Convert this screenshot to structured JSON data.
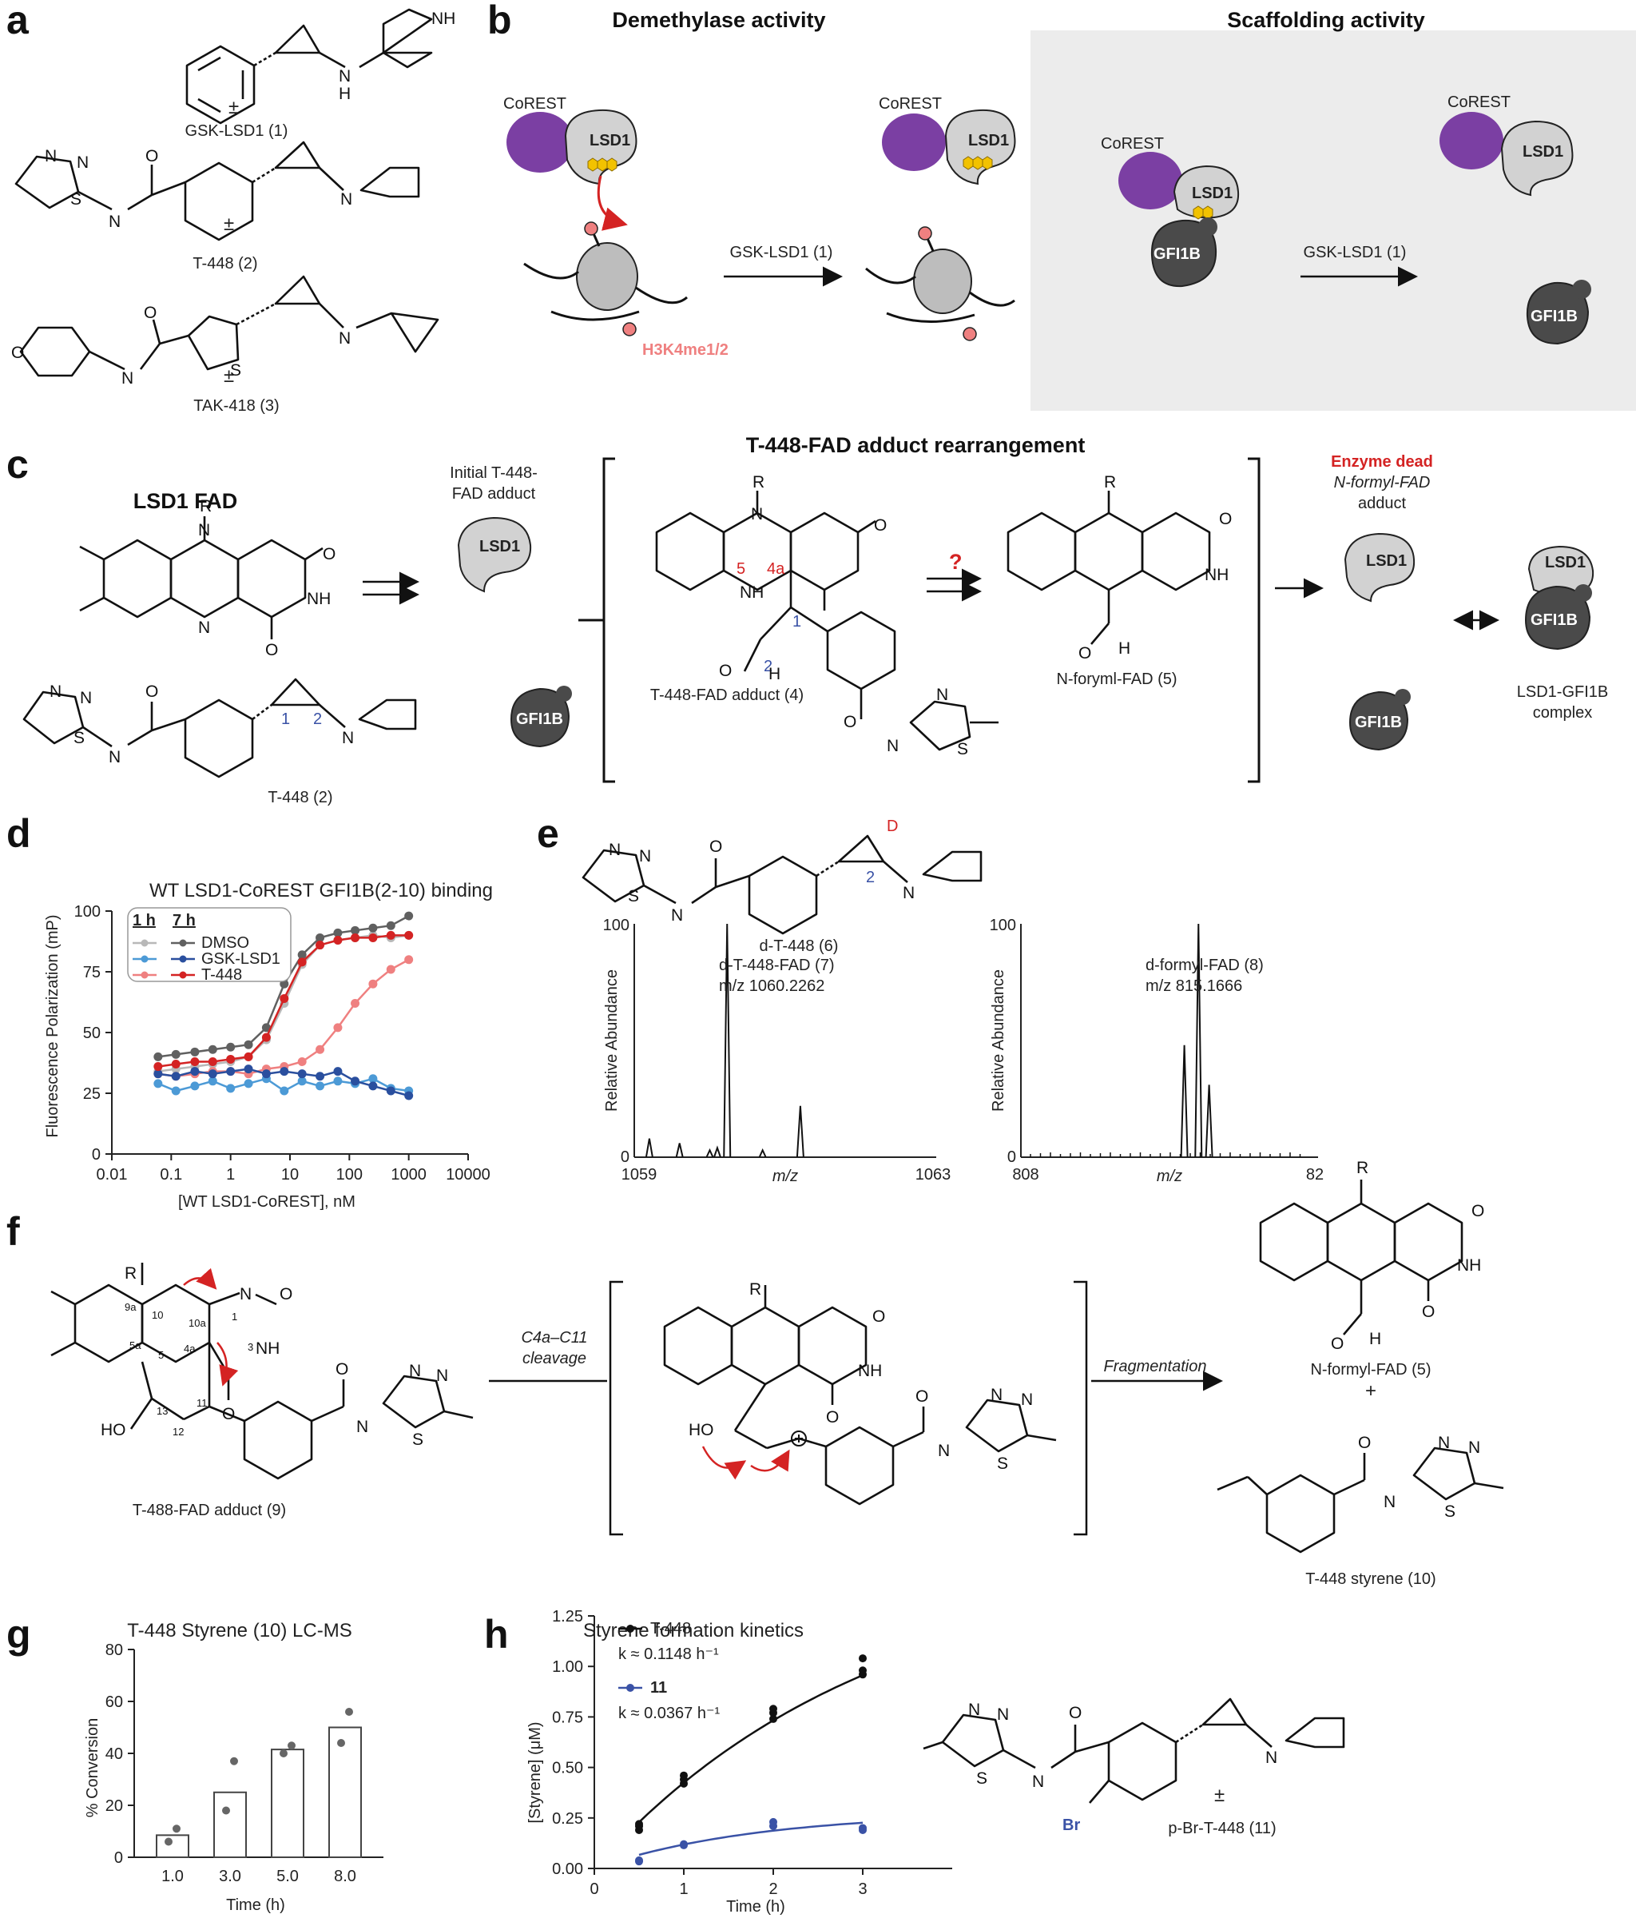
{
  "panels": {
    "a": "a",
    "b": "b",
    "c": "c",
    "d": "d",
    "e": "e",
    "f": "f",
    "g": "g",
    "h": "h"
  },
  "a": {
    "c1": "GSK-LSD1 (1)",
    "c2": "T-448 (2)",
    "c3": "TAK-418 (3)",
    "pm": "±",
    "atoms": {
      "nh": "NH",
      "h": "H",
      "n": "N",
      "s": "S",
      "o": "O"
    }
  },
  "b": {
    "demethylase": "Demethylase activity",
    "scaffolding": "Scaffolding activity",
    "corest": "CoREST",
    "lsd1": "LSD1",
    "gfi1b": "GFI1B",
    "arrow_label": "GSK-LSD1 (1)",
    "mark": "H3K4me1/2"
  },
  "c": {
    "lsd1_fad": "LSD1 FAD",
    "initial_adduct_1": "Initial T-448-",
    "initial_adduct_2": "FAD adduct",
    "rearrangement": "T-448-FAD adduct rearrangement",
    "adduct4": "T-448-FAD adduct (4)",
    "formyl5": "N-foryml-FAD (5)",
    "enzyme_dead": "Enzyme dead",
    "nformyl_1": "N-formyl-FAD",
    "nformyl_2": "adduct",
    "t448": "T-448 (2)",
    "complex_1": "LSD1-GFI1B",
    "complex_2": "complex",
    "q": "?",
    "n5": "5",
    "n4a": "4a",
    "n1": "1",
    "n2": "2",
    "r": "R"
  },
  "d": {
    "title": "WT LSD1-CoREST GFI1B(2-10) binding",
    "ylabel": "Fluorescence Polarization (mP)",
    "xlabel": "[WT LSD1-CoREST], nM",
    "legend_h1": "1 h",
    "legend_h7": "7 h"
  },
  "chart_data": [
    {
      "id": "d",
      "type": "scatter",
      "title": "WT LSD1-CoREST GFI1B(2-10) binding",
      "xlabel": "[WT LSD1-CoREST], nM",
      "ylabel": "Fluorescence Polarization (mP)",
      "xscale": "log",
      "xlim": [
        0.01,
        10000
      ],
      "ylim": [
        0,
        100
      ],
      "xticks": [
        "0.01",
        "0.1",
        "1",
        "10",
        "100",
        "1000",
        "10000"
      ],
      "yticks": [
        0,
        25,
        50,
        75,
        100
      ],
      "legend": "top-left",
      "series": [
        {
          "name": "DMSO",
          "time": "1 h",
          "color": "#b8b8b8",
          "x": [
            0.06,
            0.12,
            0.25,
            0.5,
            1,
            2,
            4,
            8,
            16,
            32,
            64,
            125,
            250,
            500,
            1000
          ],
          "y": [
            34,
            35,
            36,
            37,
            38,
            40,
            47,
            62,
            78,
            86,
            88,
            89,
            90,
            89,
            90
          ]
        },
        {
          "name": "GSK-LSD1",
          "time": "1 h",
          "color": "#4c9ad6",
          "x": [
            0.06,
            0.12,
            0.25,
            0.5,
            1,
            2,
            4,
            8,
            16,
            32,
            64,
            125,
            250,
            500,
            1000
          ],
          "y": [
            29,
            26,
            28,
            30,
            27,
            29,
            31,
            26,
            30,
            28,
            30,
            29,
            31,
            27,
            26
          ]
        },
        {
          "name": "T-448",
          "time": "1 h",
          "color": "#ef8080",
          "x": [
            0.06,
            0.12,
            0.25,
            0.5,
            1,
            2,
            4,
            8,
            16,
            32,
            64,
            125,
            250,
            500,
            1000
          ],
          "y": [
            33,
            32,
            33,
            34,
            34,
            33,
            35,
            36,
            38,
            43,
            52,
            62,
            70,
            76,
            80
          ]
        },
        {
          "name": "DMSO",
          "time": "7 h",
          "color": "#606060",
          "x": [
            0.06,
            0.12,
            0.25,
            0.5,
            1,
            2,
            4,
            8,
            16,
            32,
            64,
            125,
            250,
            500,
            1000
          ],
          "y": [
            40,
            41,
            42,
            43,
            44,
            45,
            52,
            70,
            82,
            89,
            91,
            92,
            93,
            94,
            98
          ]
        },
        {
          "name": "GSK-LSD1",
          "time": "7 h",
          "color": "#2a4f9e",
          "x": [
            0.06,
            0.12,
            0.25,
            0.5,
            1,
            2,
            4,
            8,
            16,
            32,
            64,
            125,
            250,
            500,
            1000
          ],
          "y": [
            33,
            32,
            34,
            33,
            34,
            35,
            33,
            34,
            33,
            32,
            34,
            30,
            28,
            26,
            24
          ]
        },
        {
          "name": "T-448",
          "time": "7 h",
          "color": "#d42323",
          "x": [
            0.06,
            0.12,
            0.25,
            0.5,
            1,
            2,
            4,
            8,
            16,
            32,
            64,
            125,
            250,
            500,
            1000
          ],
          "y": [
            36,
            37,
            38,
            38,
            39,
            40,
            48,
            64,
            79,
            86,
            88,
            89,
            89,
            90,
            90
          ]
        }
      ]
    },
    {
      "id": "e1",
      "type": "line",
      "ylabel": "Relative Abundance",
      "xlabel": "m/z",
      "xlim": [
        1059,
        1063
      ],
      "ylim": [
        0,
        100
      ],
      "xticks": [
        "1059",
        "1063"
      ],
      "yticks": [
        "0",
        "100"
      ],
      "annotation": {
        "name": "d-T-448-FAD (7)",
        "mz": "m/z 1060.2262"
      },
      "peaks": [
        [
          1059.2,
          8
        ],
        [
          1059.6,
          6
        ],
        [
          1060.0,
          3
        ],
        [
          1060.1,
          4
        ],
        [
          1060.23,
          100
        ],
        [
          1060.7,
          3
        ],
        [
          1061.2,
          22
        ]
      ]
    },
    {
      "id": "e2",
      "type": "line",
      "ylabel": "Relative Abundance",
      "xlabel": "m/z",
      "xlim": [
        808,
        820
      ],
      "ylim": [
        0,
        100
      ],
      "xticks": [
        "808",
        "82"
      ],
      "yticks": [
        "0",
        "100"
      ],
      "annotation": {
        "name": "d-formyl-FAD (8)",
        "mz": "m/z 815.1666"
      },
      "peaks": [
        [
          814.6,
          48
        ],
        [
          815.17,
          100
        ],
        [
          815.6,
          31
        ]
      ]
    },
    {
      "id": "g",
      "type": "bar",
      "title": "T-448 Styrene (10) LC-MS",
      "xlabel": "Time (h)",
      "ylabel": "% Conversion",
      "categories": [
        "1.0",
        "3.0",
        "5.0",
        "8.0"
      ],
      "values": [
        8.5,
        25,
        41.5,
        50
      ],
      "points": [
        [
          6,
          11
        ],
        [
          18,
          37
        ],
        [
          40,
          43
        ],
        [
          44,
          56
        ]
      ],
      "ylim": [
        0,
        80
      ],
      "yticks": [
        0,
        20,
        40,
        60,
        80
      ]
    },
    {
      "id": "h",
      "type": "scatter",
      "title": "Styrene formation kinetics",
      "xlabel": "Time (h)",
      "ylabel": "[Styrene] (μM)",
      "xlim": [
        0,
        4
      ],
      "ylim": [
        0,
        1.25
      ],
      "xticks": [
        0,
        1,
        2,
        3
      ],
      "yticks": [
        "0.00",
        "0.25",
        "0.50",
        "0.75",
        "1.00",
        "1.25"
      ],
      "series": [
        {
          "name": "T-448",
          "k": "k ≈ 0.1148 h⁻¹",
          "color": "#111111",
          "x": [
            0.5,
            0.5,
            0.5,
            1,
            1,
            1,
            2,
            2,
            2,
            3,
            3,
            3
          ],
          "y": [
            0.19,
            0.21,
            0.22,
            0.42,
            0.44,
            0.46,
            0.74,
            0.77,
            0.79,
            0.96,
            0.98,
            1.04
          ]
        },
        {
          "name": "11",
          "k": "k ≈ 0.0367 h⁻¹",
          "color": "#3a52a6",
          "x": [
            0.5,
            0.5,
            1,
            1,
            2,
            2,
            3,
            3
          ],
          "y": [
            0.035,
            0.04,
            0.115,
            0.12,
            0.21,
            0.23,
            0.19,
            0.2
          ]
        }
      ]
    }
  ],
  "e": {
    "d6": "d-T-448 (6)",
    "d": "D",
    "two": "2"
  },
  "f": {
    "adduct9": "T-488-FAD adduct (9)",
    "cleavage_1": "C4a–C11",
    "cleavage_2": "cleavage",
    "fragmentation": "Fragmentation",
    "nformyl": "N-formyl-FAD (5)",
    "plus": "+",
    "styrene": "T-448 styrene (10)",
    "nums": {
      "n10": "10",
      "n10a": "10a",
      "n1": "1",
      "n3": "3",
      "n4a": "4a",
      "n5": "5",
      "n5a": "5a",
      "n9a": "9a",
      "n11": "11",
      "n12": "12",
      "n13": "13"
    },
    "ho": "HO"
  },
  "h_extra": {
    "compound11": "p-Br-T-448 (11)",
    "br": "Br"
  }
}
